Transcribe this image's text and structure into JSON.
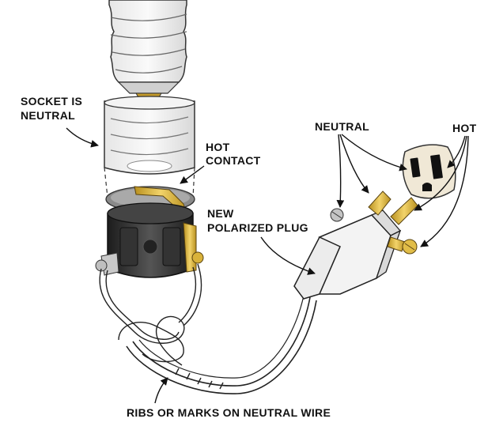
{
  "labels": {
    "socket_line1": "SOCKET IS",
    "socket_line2": "NEUTRAL",
    "hot_contact_line1": "HOT",
    "hot_contact_line2": "CONTACT",
    "plug_line1": "NEW",
    "plug_line2": "POLARIZED PLUG",
    "neutral": "NEUTRAL",
    "hot": "HOT",
    "ribs": "RIBS OR MARKS ON NEUTRAL WIRE"
  },
  "colors": {
    "brass": "#d9b23a",
    "silver_screw": "#bfbfbf",
    "socket_base": "#2b2b2b",
    "plug_body": "#f1f1f1",
    "outline": "#222222"
  }
}
